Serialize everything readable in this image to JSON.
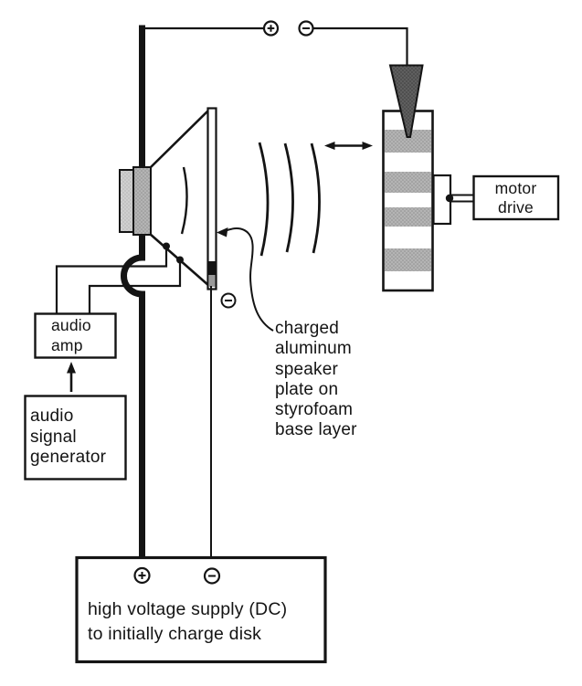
{
  "figure": {
    "type": "schematic-diagram",
    "subject": "electrostatic charged-disk speaker experiment",
    "background": "#ffffff"
  },
  "boxes": {
    "motor_drive": {
      "lines": [
        "motor",
        "drive"
      ]
    },
    "audio_amp": {
      "lines": [
        "audio",
        "amp"
      ]
    },
    "audio_signal_generator": {
      "lines": [
        "audio",
        "signal",
        "generator"
      ]
    },
    "high_voltage_supply": {
      "lines": [
        "high voltage supply (DC)",
        "to initially charge disk"
      ]
    }
  },
  "annotations": {
    "charged_plate_label": {
      "lines": [
        "charged",
        "aluminum",
        "speaker",
        "plate on",
        "styrofoam",
        "base layer"
      ]
    }
  },
  "terminals": {
    "top_positive": "+",
    "top_negative": "−",
    "supply_positive": "+",
    "supply_negative": "−",
    "plate_charge": "−"
  },
  "icons": {
    "plus_terminal": "⊕",
    "minus_terminal": "⊖",
    "motion_arrow": "↔",
    "up_arrow": "↑",
    "charging_contact_wedge": "▼",
    "sound_waves": ")))"
  },
  "colors": {
    "line": "#141414",
    "disk_stripe_gray": "#b2b2b2",
    "magnet_front_gray": "#cdcdcd",
    "magnet_back_gray": "#aaaaaa",
    "contact_wedge_gray": "#5c5c5c",
    "plate_contact_gray": "#9a9a9a",
    "box_fill": "#ffffff"
  }
}
